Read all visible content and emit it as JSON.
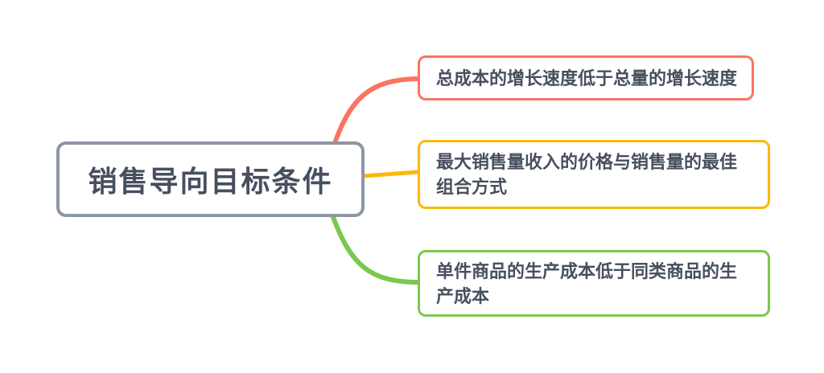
{
  "canvas": {
    "background_color": "#ffffff",
    "text_color": "#474f5f"
  },
  "root": {
    "label": "销售导向目标条件",
    "color": "#8b96a6"
  },
  "branches": [
    {
      "label": "总成本的增长速度低于总量的增长速度",
      "color": "#fa7461"
    },
    {
      "label": "最大销售量收入的价格与销售量的最佳组合方式",
      "color": "#fbb70c"
    },
    {
      "label": "单件商品的生产成本低于同类商品的生产成本",
      "color": "#7bc84c"
    }
  ]
}
